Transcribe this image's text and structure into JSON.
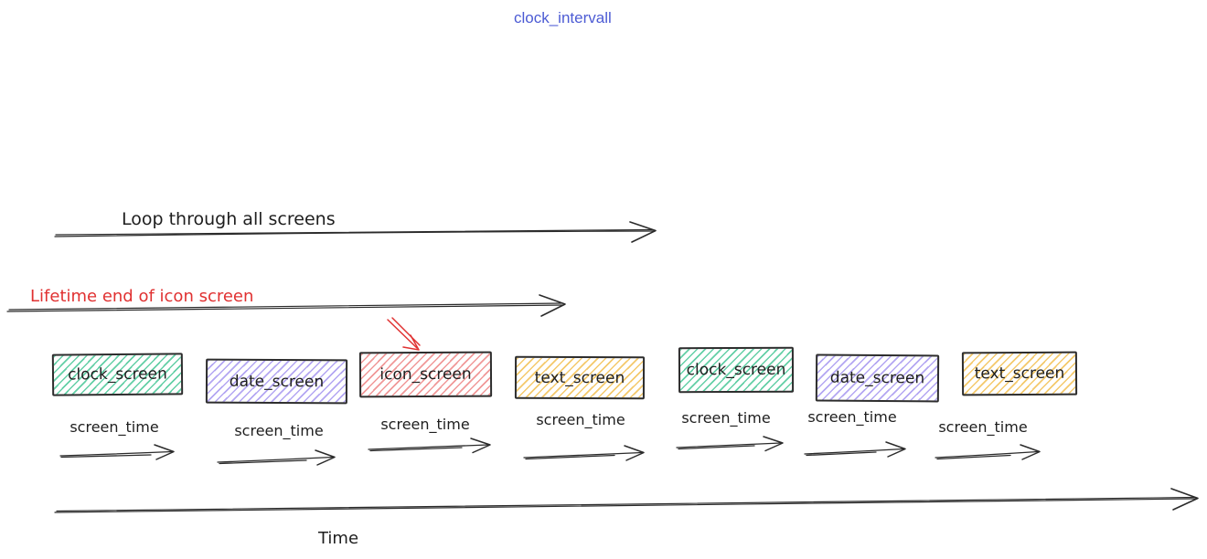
{
  "title": {
    "text": "clock_intervall",
    "color": "#4c5bd4"
  },
  "annotations": {
    "loop_label": "Loop through all screens",
    "lifetime_label": "Lifetime end of icon screen",
    "time_label": "Time"
  },
  "palette": {
    "stroke": "#2b2b2b",
    "accent_red": "#e03131",
    "green_hatch": "#63cfa6",
    "purple_hatch": "#b3a6f2",
    "red_hatch": "#f09898",
    "yellow_hatch": "#f4c96b"
  },
  "segments": [
    {
      "box_label": "clock_screen",
      "color": "green",
      "time_label": "screen_time"
    },
    {
      "box_label": "date_screen",
      "color": "purple",
      "time_label": "screen_time"
    },
    {
      "box_label": "icon_screen",
      "color": "red",
      "time_label": "screen_time"
    },
    {
      "box_label": "text_screen",
      "color": "yellow",
      "time_label": "screen_time"
    },
    {
      "box_label": "clock_screen",
      "color": "green",
      "time_label": "screen_time"
    },
    {
      "box_label": "date_screen",
      "color": "purple",
      "time_label": "screen_time"
    },
    {
      "box_label": "text_screen",
      "color": "yellow",
      "time_label": "screen_time"
    }
  ]
}
